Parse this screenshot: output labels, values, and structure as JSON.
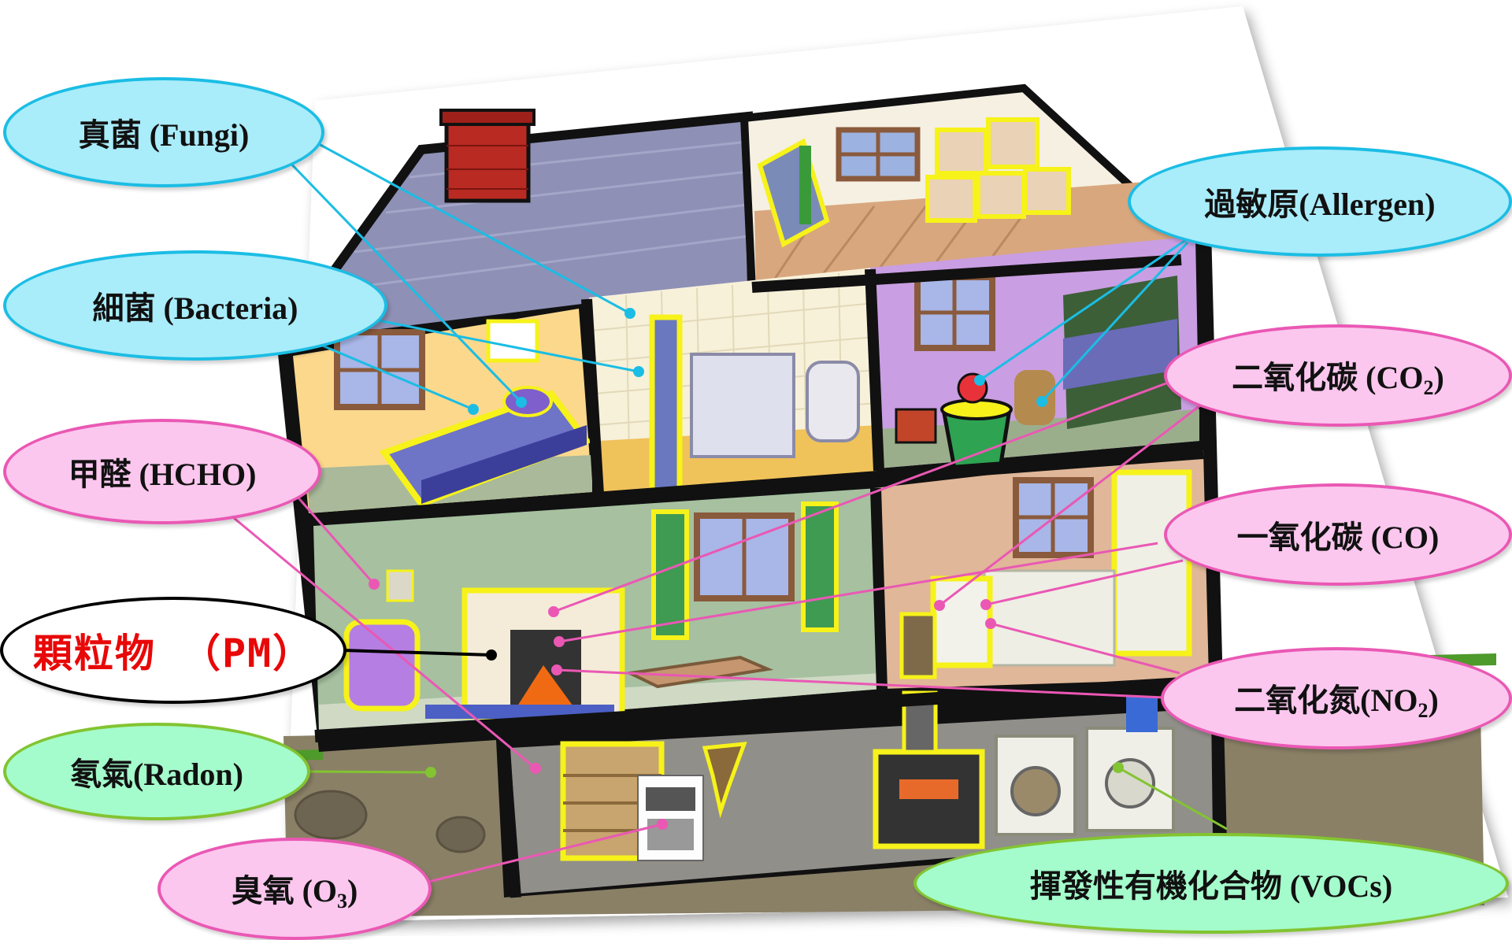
{
  "diagram": {
    "labels": {
      "fungi": "真菌 (Fungi)",
      "bacteria": "細菌 (Bacteria)",
      "hcho": "甲醛 (HCHO)",
      "pm": "顆粒物 （PM）",
      "radon": "氡氣(Radon)",
      "ozone_prefix": "臭氧 (O",
      "ozone_sub": "3",
      "ozone_suffix": ")",
      "allergen": "過敏原(Allergen)",
      "co2_prefix": "二氧化碳 (CO",
      "co2_sub": "2",
      "co2_suffix": ")",
      "co": "一氧化碳 (CO)",
      "no2_prefix": "二氧化氮(NO",
      "no2_sub": "2",
      "no2_suffix": ")",
      "vocs": "揮發性有機化合物 (VOCs)"
    },
    "colors": {
      "biological_callout_fill": "#a9ecfa",
      "biological_callout_border": "#1bbde4",
      "chemical_callout_fill": "#fbc7ee",
      "chemical_callout_border": "#ea58b4",
      "ground_callout_fill": "#a4fbcb",
      "ground_callout_border": "#82c431",
      "pm_text": "#e80808",
      "highlight_outline": "#f6f21a"
    }
  }
}
